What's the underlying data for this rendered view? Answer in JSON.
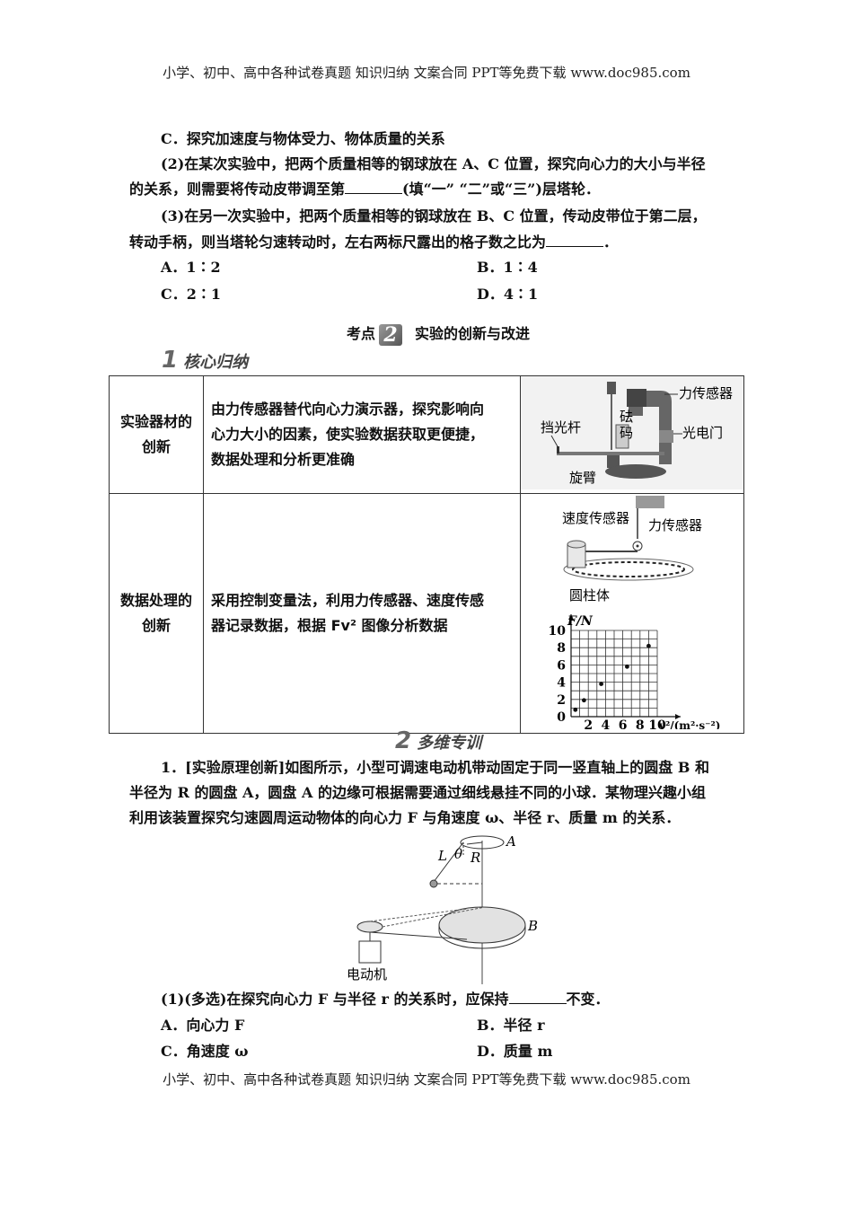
{
  "header": {
    "text": "小学、初中、高中各种试卷真题  知识归纳  文案合同  PPT等免费下载      www.doc985.com"
  },
  "footer": {
    "text": "小学、初中、高中各种试卷真题  知识归纳  文案合同  PPT等免费下载      www.doc985.com"
  },
  "q_prev": {
    "option_c": "C．探究加速度与物体受力、物体质量的关系",
    "q2_line1": "(2)在某次实验中，把两个质量相等的钢球放在 A、C 位置，探究向心力的大小与半径",
    "q2_line2a": "的关系，则需要将传动皮带调至第",
    "q2_line2b": "(填“一”  “二”或“三”)层塔轮．",
    "q3_line1": "(3)在另一次实验中，把两个质量相等的钢球放在 B、C 位置，传动皮带位于第二层，",
    "q3_line2a": "转动手柄，则当塔轮匀速转动时，左右两标尺露出的格子数之比为",
    "q3_line2b": "．",
    "opt_a": "A．1∶2",
    "opt_b": "B．1∶4",
    "opt_c": "C．2∶1",
    "opt_d": "D．4∶1"
  },
  "section": {
    "prefix": "考点",
    "badge": "2",
    "title": "实验的创新与改进"
  },
  "tag1": {
    "num": "1",
    "text": "核心归纳"
  },
  "tag2": {
    "num": "2",
    "text": "多维专训"
  },
  "table": {
    "row1": {
      "label_1": "实验器材的",
      "label_2": "创新",
      "desc_1": "由力传感器替代向心力演示器，探究影响向",
      "desc_2": "心力大小的因素，使实验数据获取更便捷，",
      "desc_3": "数据处理和分析更准确"
    },
    "row2": {
      "label_1": "数据处理的",
      "label_2": "创新",
      "desc_1": "采用控制变量法，利用力传感器、速度传感",
      "desc_2": "器记录数据，根据 Fv² 图像分析数据"
    }
  },
  "figure1": {
    "force_sensor": "力传感器",
    "weight_1": "砝",
    "weight_2": "码",
    "shade_rod": "挡光杆",
    "photogate": "光电门",
    "arm": "旋臂"
  },
  "figure2": {
    "speed_sensor": "速度传感器",
    "force_sensor": "力传感器",
    "cylinder": "圆柱体"
  },
  "chart_data": {
    "type": "scatter",
    "ylabel": "F/N",
    "xlabel": "v²/(m²·s⁻²)",
    "xlim": [
      0,
      10
    ],
    "ylim": [
      0,
      10
    ],
    "xticks": [
      "2",
      "4",
      "6",
      "8",
      "10"
    ],
    "yticks": [
      "0",
      "2",
      "4",
      "6",
      "8",
      "10"
    ],
    "grid": true,
    "points": [
      [
        0.5,
        0.8
      ],
      [
        1.5,
        1.9
      ],
      [
        3.5,
        3.8
      ],
      [
        6.5,
        5.8
      ],
      [
        9.0,
        8.2
      ]
    ]
  },
  "q1": {
    "line1": "1．[实验原理创新]如图所示，小型可调速电动机带动固定于同一竖直轴上的圆盘 B 和",
    "line2": "半径为 R 的圆盘 A，圆盘 A 的边缘可根据需要通过细线悬挂不同的小球．某物理兴趣小组",
    "line3": "利用该装置探究匀速圆周运动物体的向心力 F 与角速度 ω、半径 r、质量 m 的关系．",
    "sub1a": "(1)(多选)在探究向心力 F 与半径 r 的关系时，应保持",
    "sub1b": "不变．",
    "opt_a": "A．向心力 F",
    "opt_b": "B．半径 r",
    "opt_c": "C．角速度 ω",
    "opt_d": "D．质量 m"
  },
  "figure3": {
    "a": "A",
    "b": "B",
    "l": "L",
    "theta": "θ",
    "r": "R",
    "motor": "电动机"
  }
}
